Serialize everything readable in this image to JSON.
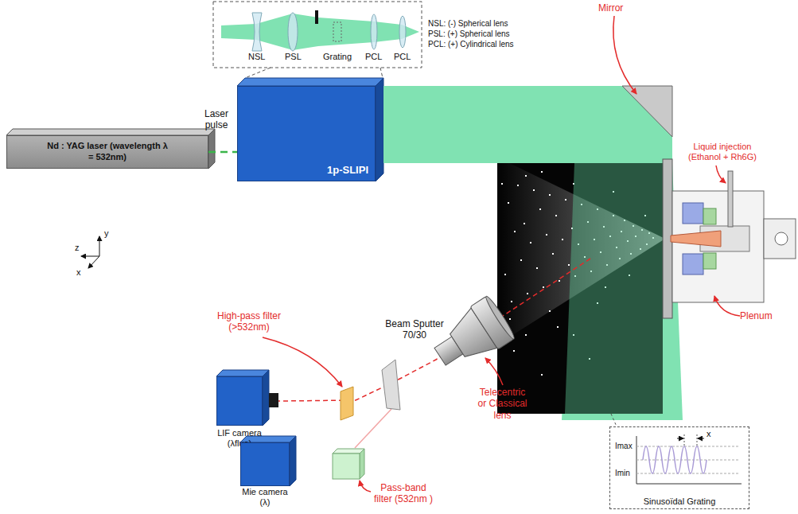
{
  "diagram": {
    "nodes": [
      {
        "text": [
          "Nd : YAG laser (wavelength λ = 532nm)"
        ]
      },
      {
        "text": [
          "1p-SLIPI"
        ]
      },
      {
        "text": [
          "LIF camera",
          "(λfluo)"
        ]
      },
      {
        "text": [
          "Mie camera",
          "(λ)"
        ]
      },
      {
        "text": [
          "Sinusoïdal Grating"
        ]
      }
    ],
    "edges": [
      {
        "from": 0,
        "to": 1,
        "arrow": "none",
        "label": "Laser pulse"
      }
    ],
    "labels": [
      "NSL",
      "PSL",
      "Grating",
      "PCL",
      "PCL",
      "NSL: (-) Spherical lens",
      "PSL: (+) Spherical lens",
      "PCL: (+) Cylindrical lens",
      "Mirror",
      "Liquid injection (Ethanol + Rh6G)",
      "Plenum",
      "z",
      "y",
      "x",
      "High-pass filter (>532nm)",
      "Beam Sputter 70/30",
      "Telecentric or Classical lens",
      "Pass-band filter (532nm )",
      "Imax",
      "Imin",
      "x"
    ]
  }
}
